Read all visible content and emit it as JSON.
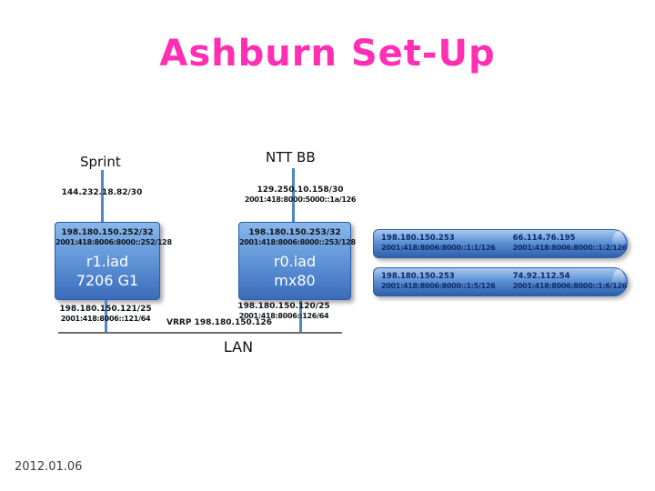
{
  "slide": {
    "title": "Ashburn Set-Up",
    "date": "2012.01.06",
    "colors": {
      "title_pink": "#ff2fb4",
      "box_blue_top": "#8ab7ec",
      "box_blue_bottom": "#3a6cba",
      "connector_blue": "#4e86c6",
      "cylinder_text_navy": "#0c2a6a"
    }
  },
  "uplinks": [
    {
      "provider": "Sprint",
      "lines": [
        "144.232.18.82/30"
      ]
    },
    {
      "provider": "NTT BB",
      "lines": [
        "129.250.10.158/30",
        "2001:418:8000:5000::1a/126"
      ]
    }
  ],
  "routers": [
    {
      "loopback_v4": "198.180.150.252/32",
      "loopback_v6": "2001:418:8006:8000::252/128",
      "name": "r1.iad",
      "model": "7206 G1",
      "lan_v4": "198.180.150.121/25",
      "lan_v6": "2001:418:8006::121/64"
    },
    {
      "loopback_v4": "198.180.150.253/32",
      "loopback_v6": "2001:418:8006:8000::253/128",
      "name": "r0.iad",
      "model": "mx80",
      "lan_v4": "198.180.150.120/25",
      "lan_v6": "2001:418:8006::126/64"
    }
  ],
  "lan": {
    "label": "LAN",
    "vrrp_label": "VRRP 198.180.150.126"
  },
  "tunnels": [
    {
      "left_v4": "198.180.150.253",
      "left_v6": "2001:418:8006:8000::1:1/126",
      "right_v4": "66.114.76.195",
      "right_v6": "2001:418:8006:8000::1:2/126"
    },
    {
      "left_v4": "198.180.150.253",
      "left_v6": "2001:418:8006:8000::1:5/126",
      "right_v4": "74.92.112.54",
      "right_v6": "2001:418:8006:8000::1:6/126"
    }
  ]
}
